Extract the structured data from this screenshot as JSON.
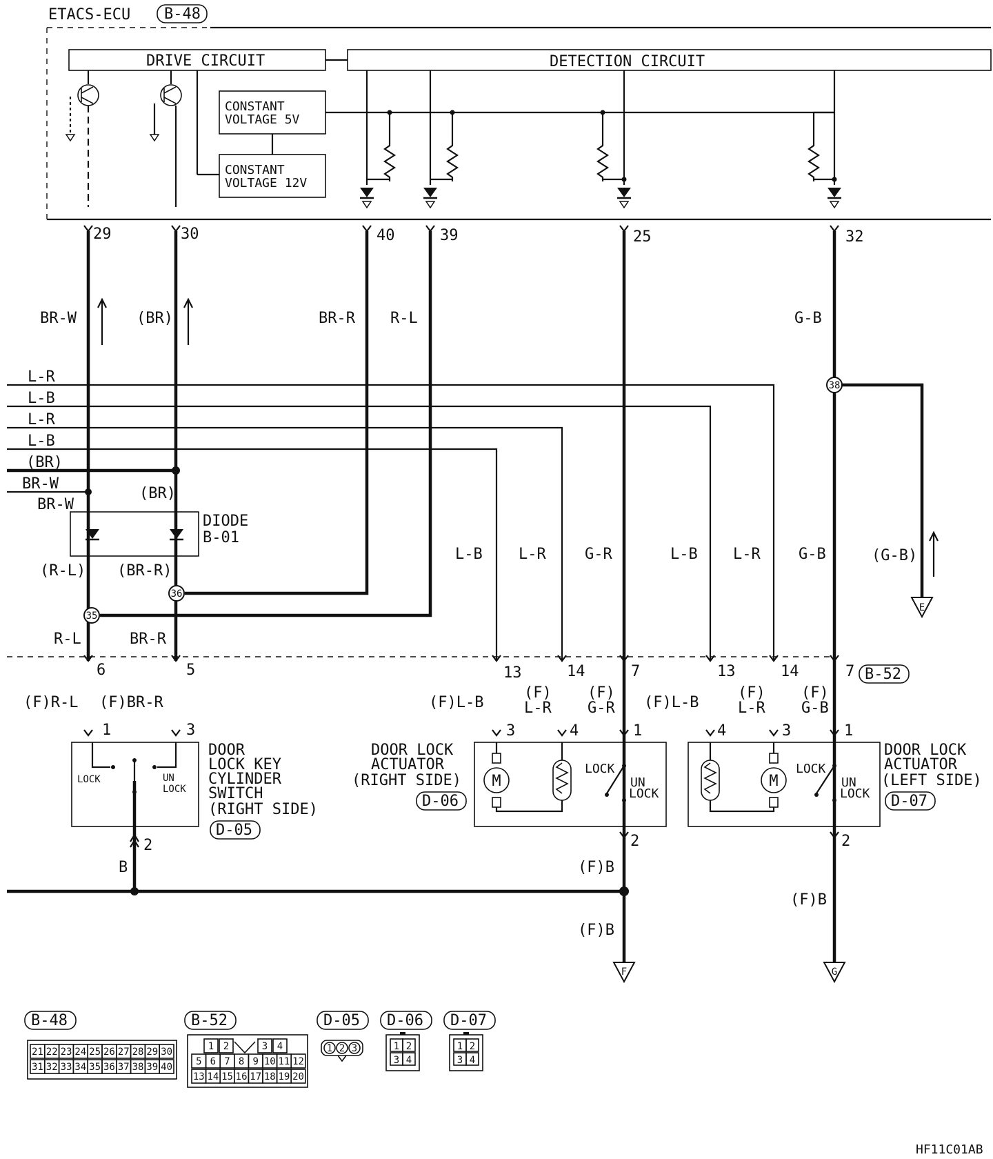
{
  "ecu": {
    "name": "ETACS-ECU",
    "connector": "B-48"
  },
  "blocks": {
    "drive": "DRIVE CIRCUIT",
    "detection": "DETECTION CIRCUIT",
    "cv5_l1": "CONSTANT",
    "cv5_l2": "VOLTAGE 5V",
    "cv12_l1": "CONSTANT",
    "cv12_l2": "VOLTAGE 12V"
  },
  "ecu_pins": [
    "29",
    "30",
    "40",
    "39",
    "25",
    "32"
  ],
  "wire_labels": {
    "br_w": "BR-W",
    "br_paren": "(BR)",
    "br_r": "BR-R",
    "r_l": "R-L",
    "g_b": "G-B",
    "left_lr1": "L-R",
    "left_lb1": "L-B",
    "left_lr2": "L-R",
    "left_lb2": "L-B",
    "left_br": "(BR)",
    "left_brw1": "BR-W",
    "left_brw2": "BR-W",
    "br_paren2": "(BR)",
    "rl_paren": "(R-L)",
    "brr_paren": "(BR-R)",
    "rl2": "R-L",
    "brr2": "BR-R",
    "lb_a": "L-B",
    "lr_a": "L-R",
    "gr_a": "G-R",
    "lb_b": "L-B",
    "lr_b": "L-R",
    "gb_b": "G-B",
    "gb_paren": "(G-B)"
  },
  "diode": {
    "l1": "DIODE",
    "l2": "B-01"
  },
  "joints": [
    "38",
    "36",
    "35"
  ],
  "b52_pins": [
    "6",
    "5",
    "13",
    "14",
    "7",
    "13",
    "14",
    "7"
  ],
  "b52_connector": "B-52",
  "f_labels": {
    "f_rl": "(F)R-L",
    "f_brr": "(F)BR-R",
    "f_lb1": "(F)L-B",
    "f_lr1_a": "(F)",
    "f_lr1_b": "L-R",
    "f_gr_a": "(F)",
    "f_gr_b": "G-R",
    "f_lb2": "(F)L-B",
    "f_lr2_a": "(F)",
    "f_lr2_b": "L-R",
    "f_gb_a": "(F)",
    "f_gb_b": "G-B",
    "f_b1": "(F)B",
    "f_b2": "(F)B",
    "f_b3": "(F)B"
  },
  "comp_pins": {
    "ks1": "1",
    "ks3": "3",
    "ks2": "2",
    "ra3": "3",
    "ra4": "4",
    "ra1": "1",
    "ra2": "2",
    "la4": "4",
    "la3": "3",
    "la1": "1",
    "la2": "2",
    "b": "B",
    "b_pin": "2"
  },
  "key_switch": {
    "l1": "DOOR",
    "l2": "LOCK KEY",
    "l3": "CYLINDER",
    "l4": "SWITCH",
    "l5": "(RIGHT SIDE)",
    "connector": "D-05",
    "lock": "LOCK",
    "un": "UN",
    "unlock": "LOCK"
  },
  "actuator_right": {
    "l1": "DOOR LOCK",
    "l2": "ACTUATOR",
    "l3": "(RIGHT SIDE)",
    "connector": "D-06",
    "lock": "LOCK",
    "un": "UN",
    "unlock": "LOCK",
    "motor": "M"
  },
  "actuator_left": {
    "l1": "DOOR LOCK",
    "l2": "ACTUATOR",
    "l3": "(LEFT SIDE)",
    "connector": "D-07",
    "lock": "LOCK",
    "un": "UN",
    "unlock": "LOCK",
    "motor": "M"
  },
  "grounds": {
    "e": "E",
    "f": "F",
    "g": "G"
  },
  "connector_views": {
    "b48": {
      "label": "B-48",
      "row1": [
        "21",
        "22",
        "23",
        "24",
        "25",
        "26",
        "27",
        "28",
        "29",
        "30"
      ],
      "row2": [
        "31",
        "32",
        "33",
        "34",
        "35",
        "36",
        "37",
        "38",
        "39",
        "40"
      ]
    },
    "b52": {
      "label": "B-52",
      "row1": [
        "1",
        "2",
        "3",
        "4"
      ],
      "row2": [
        "5",
        "6",
        "7",
        "8",
        "9",
        "10",
        "11",
        "12"
      ],
      "row3": [
        "13",
        "14",
        "15",
        "16",
        "17",
        "18",
        "19",
        "20"
      ]
    },
    "d05": {
      "label": "D-05",
      "pins": [
        "1",
        "2",
        "3"
      ]
    },
    "d06": {
      "label": "D-06",
      "pins": [
        "1",
        "2",
        "3",
        "4"
      ]
    },
    "d07": {
      "label": "D-07",
      "pins": [
        "1",
        "2",
        "3",
        "4"
      ]
    }
  },
  "figure_code": "HF11C01AB"
}
